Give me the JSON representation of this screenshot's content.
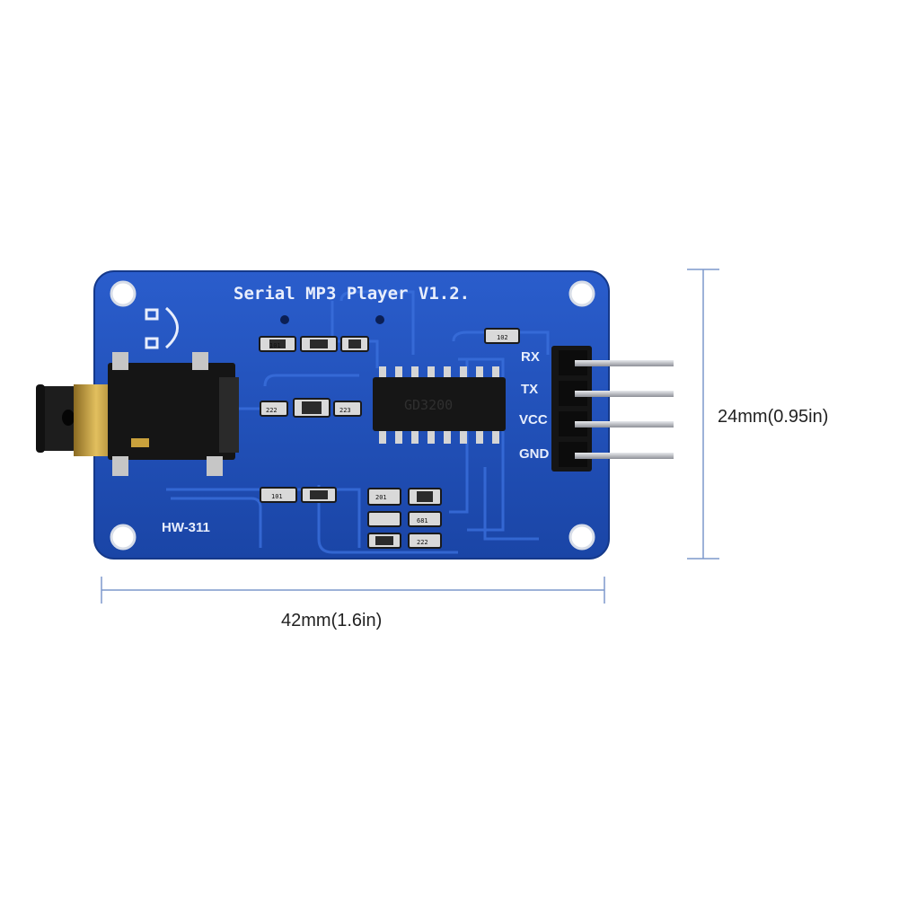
{
  "board": {
    "title": "Serial MP3 Player V1.2.",
    "model": "HW-311",
    "pins": [
      "RX",
      "TX",
      "VCC",
      "GND"
    ],
    "component_labels": [
      "101",
      "102",
      "222",
      "223",
      "201",
      "681",
      "222"
    ],
    "chip_marking": "GD3200",
    "colors": {
      "pcb": "#1f4fb8",
      "pcb_edge": "#163c94",
      "silk": "#e8eefc",
      "gold": "#c9a13c",
      "header": "#141414",
      "pin": "#b9bcc2",
      "dim_line": "#6f8fc9"
    }
  },
  "dimensions": {
    "height_label": "24mm(0.95in)",
    "width_label": "42mm(1.6in)"
  }
}
